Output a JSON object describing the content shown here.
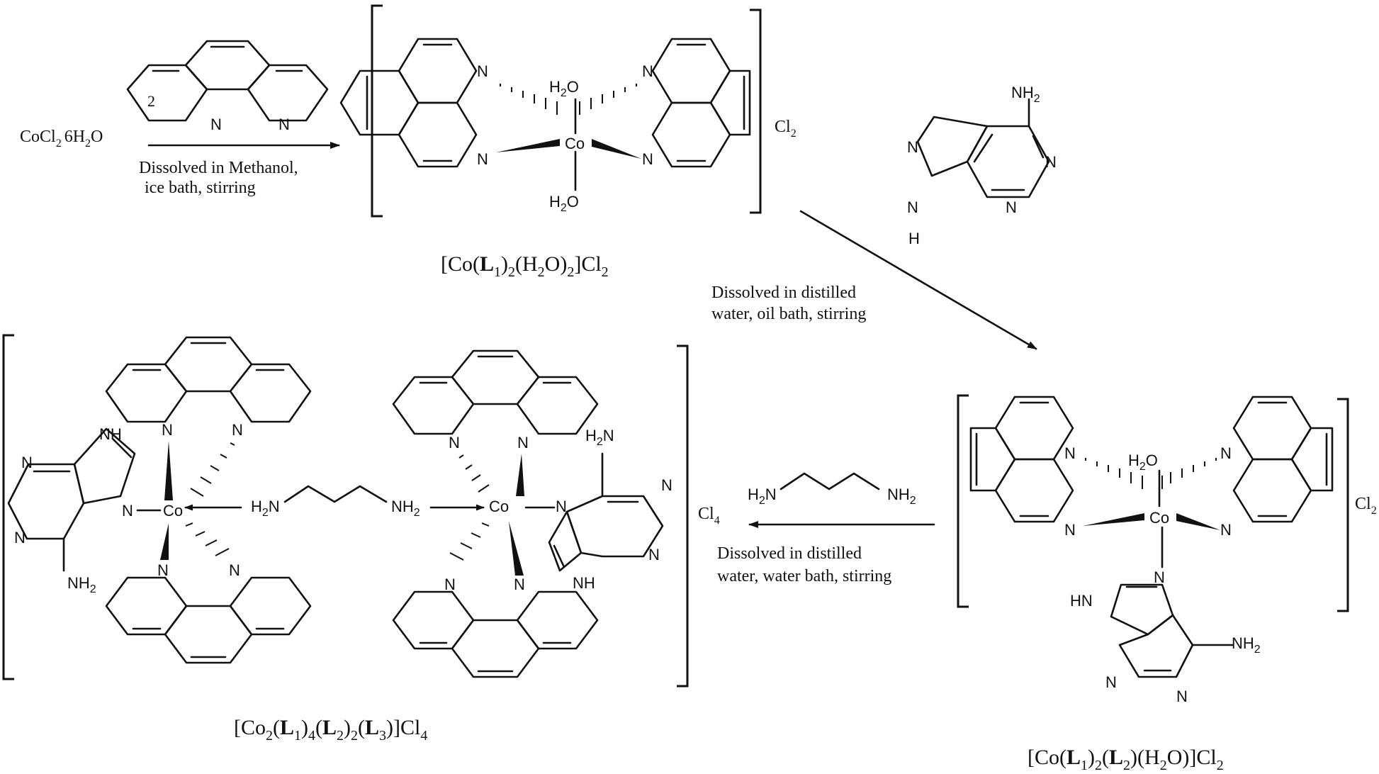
{
  "reagents": {
    "start": "CoCl",
    "start_sub": "2",
    "start_hydrate": "6H",
    "start_hydrate_sub": "2",
    "start_hydrate_end": "O",
    "equiv": "2",
    "amine_left": "H",
    "amine_left_sub": "2",
    "amine_left_end": "N",
    "amine_right": "NH",
    "amine_right_sub": "2"
  },
  "conditions": {
    "step1_line1": "Dissolved in Methanol,",
    "step1_line2": "ice bath, stirring",
    "step2_line1": "Dissolved in distilled",
    "step2_line2": "water, oil bath, stirring",
    "step3_line1": "Dissolved in distilled",
    "step3_line2": "water, water bath, stirring"
  },
  "atoms": {
    "N": "N",
    "Co": "Co",
    "H2O": "H",
    "H2O_sub": "2",
    "H2O_end": "O",
    "NH2": "NH",
    "NH2_sub": "2",
    "H2N": "H",
    "H2N_end": "N",
    "NH": "NH",
    "HN": "HN",
    "H": "H"
  },
  "counterions": {
    "cl2": "Cl",
    "cl2_sub": "2",
    "cl4": "Cl",
    "cl4_sub": "4"
  },
  "products": {
    "p1": [
      "[Co(",
      "L",
      "1",
      ")",
      "2",
      "(H",
      "2",
      "O)",
      "2",
      "]Cl",
      "2"
    ],
    "p2": [
      "[Co(",
      "L",
      "1",
      ")",
      "2",
      "(",
      "L",
      "2",
      ")(H",
      "2",
      "O)]Cl",
      "2"
    ],
    "p3": [
      "[Co",
      "2",
      "(",
      "L",
      "1",
      ")",
      "4",
      "(",
      "L",
      "2",
      ")",
      "2",
      "(",
      "L",
      "3",
      ")]Cl",
      "4"
    ]
  }
}
